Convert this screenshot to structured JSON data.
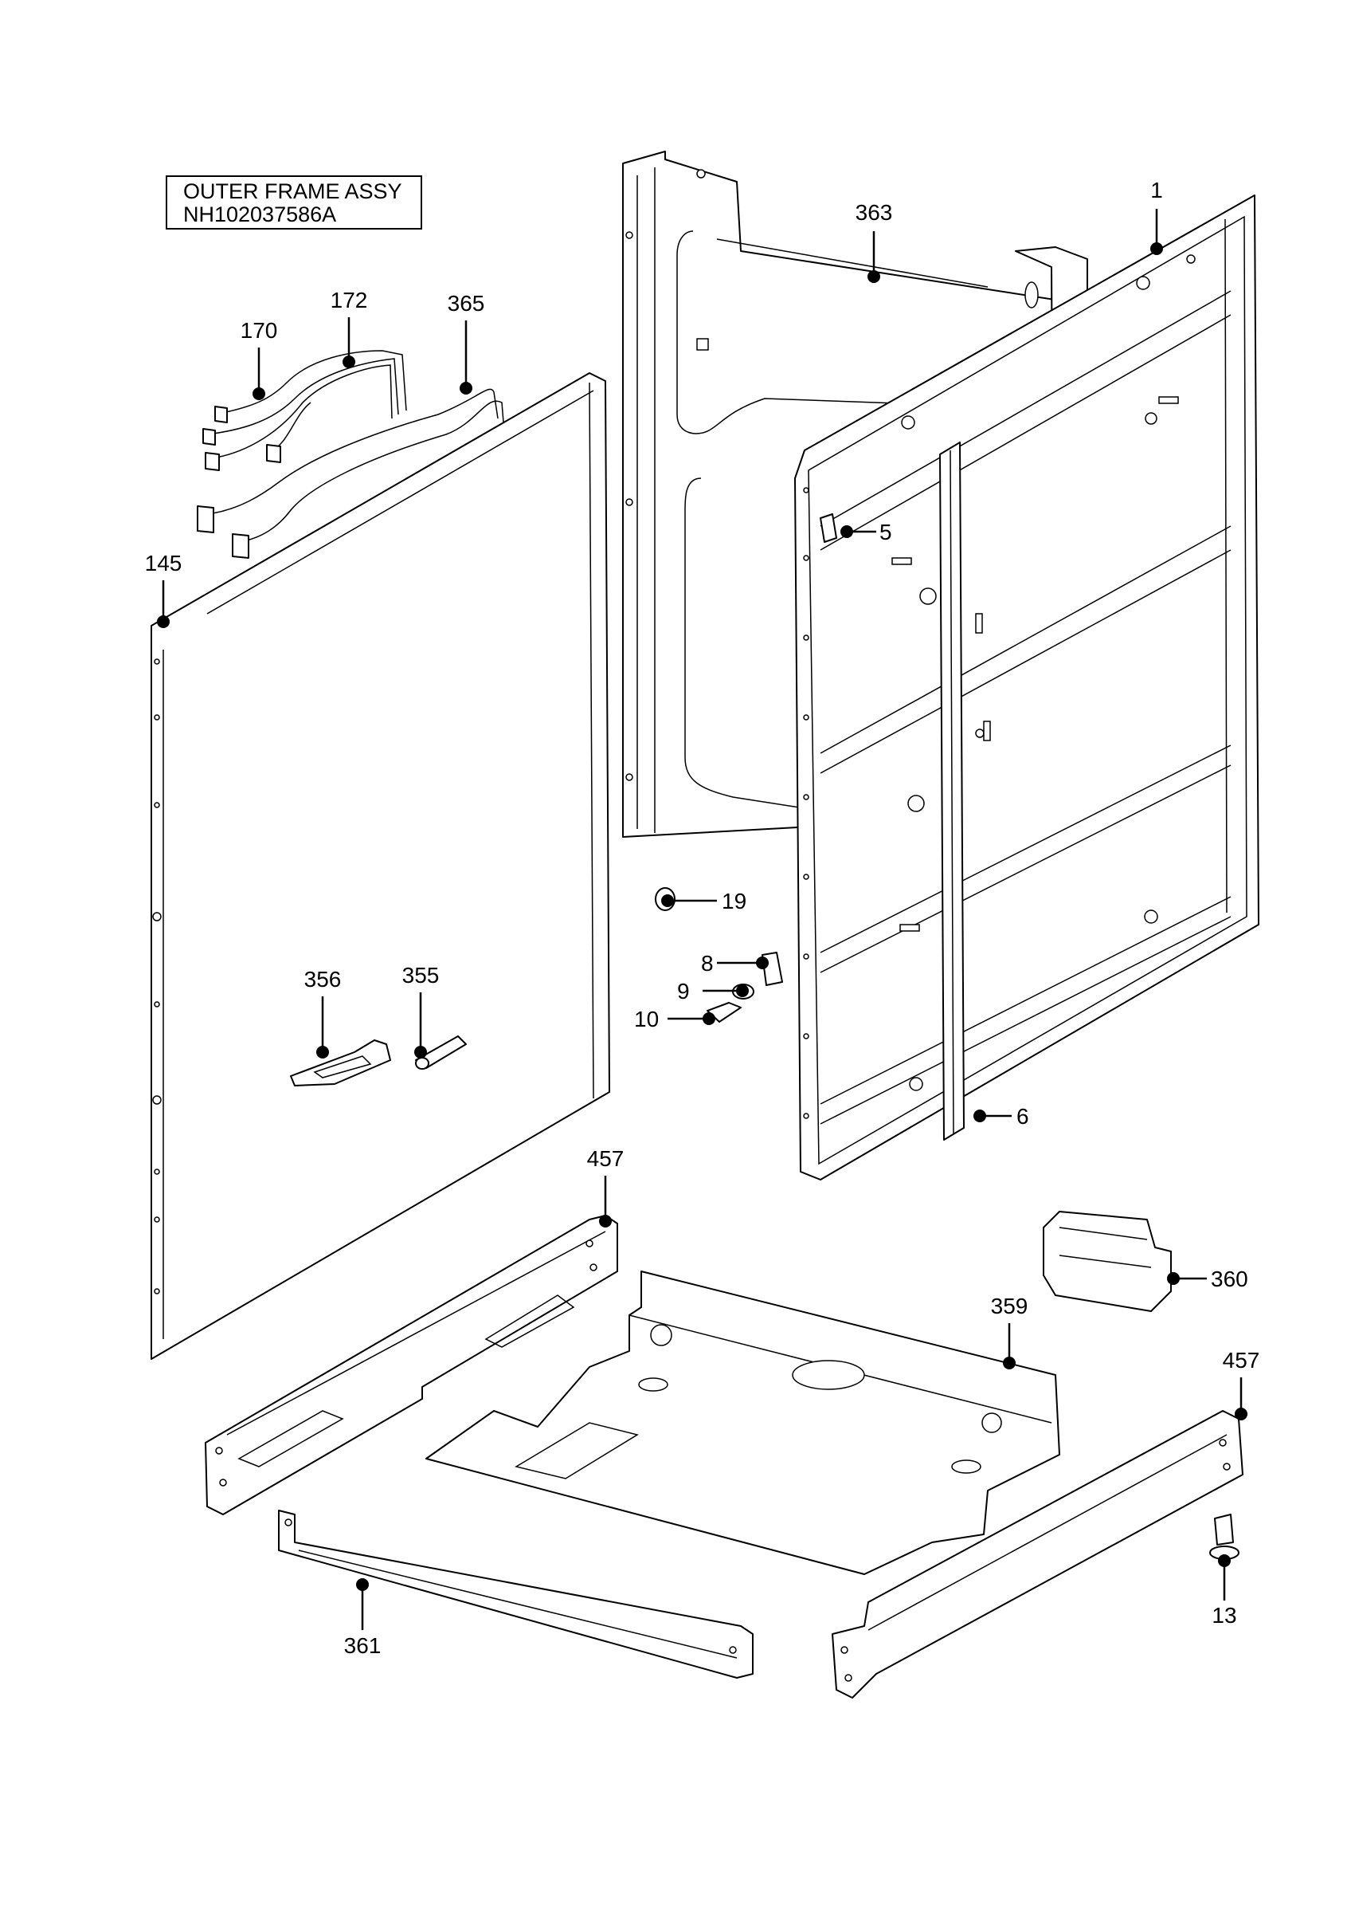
{
  "title": {
    "line1": "OUTER FRAME ASSY",
    "line2": "NH102037586A"
  },
  "callouts": [
    {
      "id": "c1",
      "label": "1"
    },
    {
      "id": "c363",
      "label": "363"
    },
    {
      "id": "c172",
      "label": "172"
    },
    {
      "id": "c170",
      "label": "170"
    },
    {
      "id": "c365",
      "label": "365"
    },
    {
      "id": "c145",
      "label": "145"
    },
    {
      "id": "c5",
      "label": "5"
    },
    {
      "id": "c19",
      "label": "19"
    },
    {
      "id": "c8",
      "label": "8"
    },
    {
      "id": "c9",
      "label": "9"
    },
    {
      "id": "c10",
      "label": "10"
    },
    {
      "id": "c356",
      "label": "356"
    },
    {
      "id": "c355",
      "label": "355"
    },
    {
      "id": "c6",
      "label": "6"
    },
    {
      "id": "c457a",
      "label": "457"
    },
    {
      "id": "c360",
      "label": "360"
    },
    {
      "id": "c359",
      "label": "359"
    },
    {
      "id": "c457b",
      "label": "457"
    },
    {
      "id": "c13",
      "label": "13"
    },
    {
      "id": "c361",
      "label": "361"
    }
  ],
  "colors": {
    "line": "#000000",
    "background": "#ffffff"
  }
}
